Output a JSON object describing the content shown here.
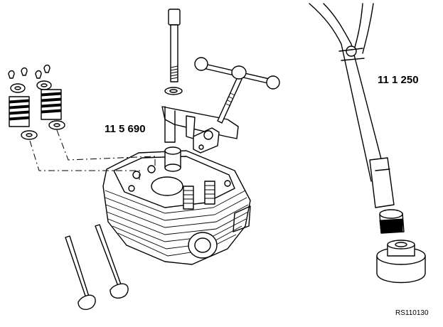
{
  "labels": {
    "tool_compressor": "11 5 690",
    "tool_pliers": "11 1 250",
    "figure_ref": "RS110130"
  }
}
